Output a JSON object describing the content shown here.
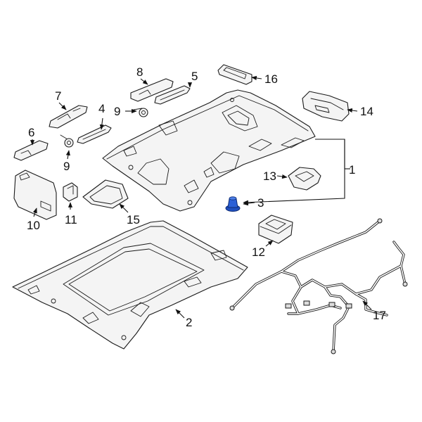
{
  "diagram": {
    "highlight_color": "#1f4fbf",
    "line_color": "#1a1a1a",
    "callouts": {
      "c1": "1",
      "c2": "2",
      "c3": "3",
      "c4": "4",
      "c5": "5",
      "c6": "6",
      "c7": "7",
      "c8": "8",
      "c9a": "9",
      "c9b": "9",
      "c10": "10",
      "c11": "11",
      "c12": "12",
      "c13": "13",
      "c14": "14",
      "c15": "15",
      "c16": "16",
      "c17": "17"
    }
  }
}
